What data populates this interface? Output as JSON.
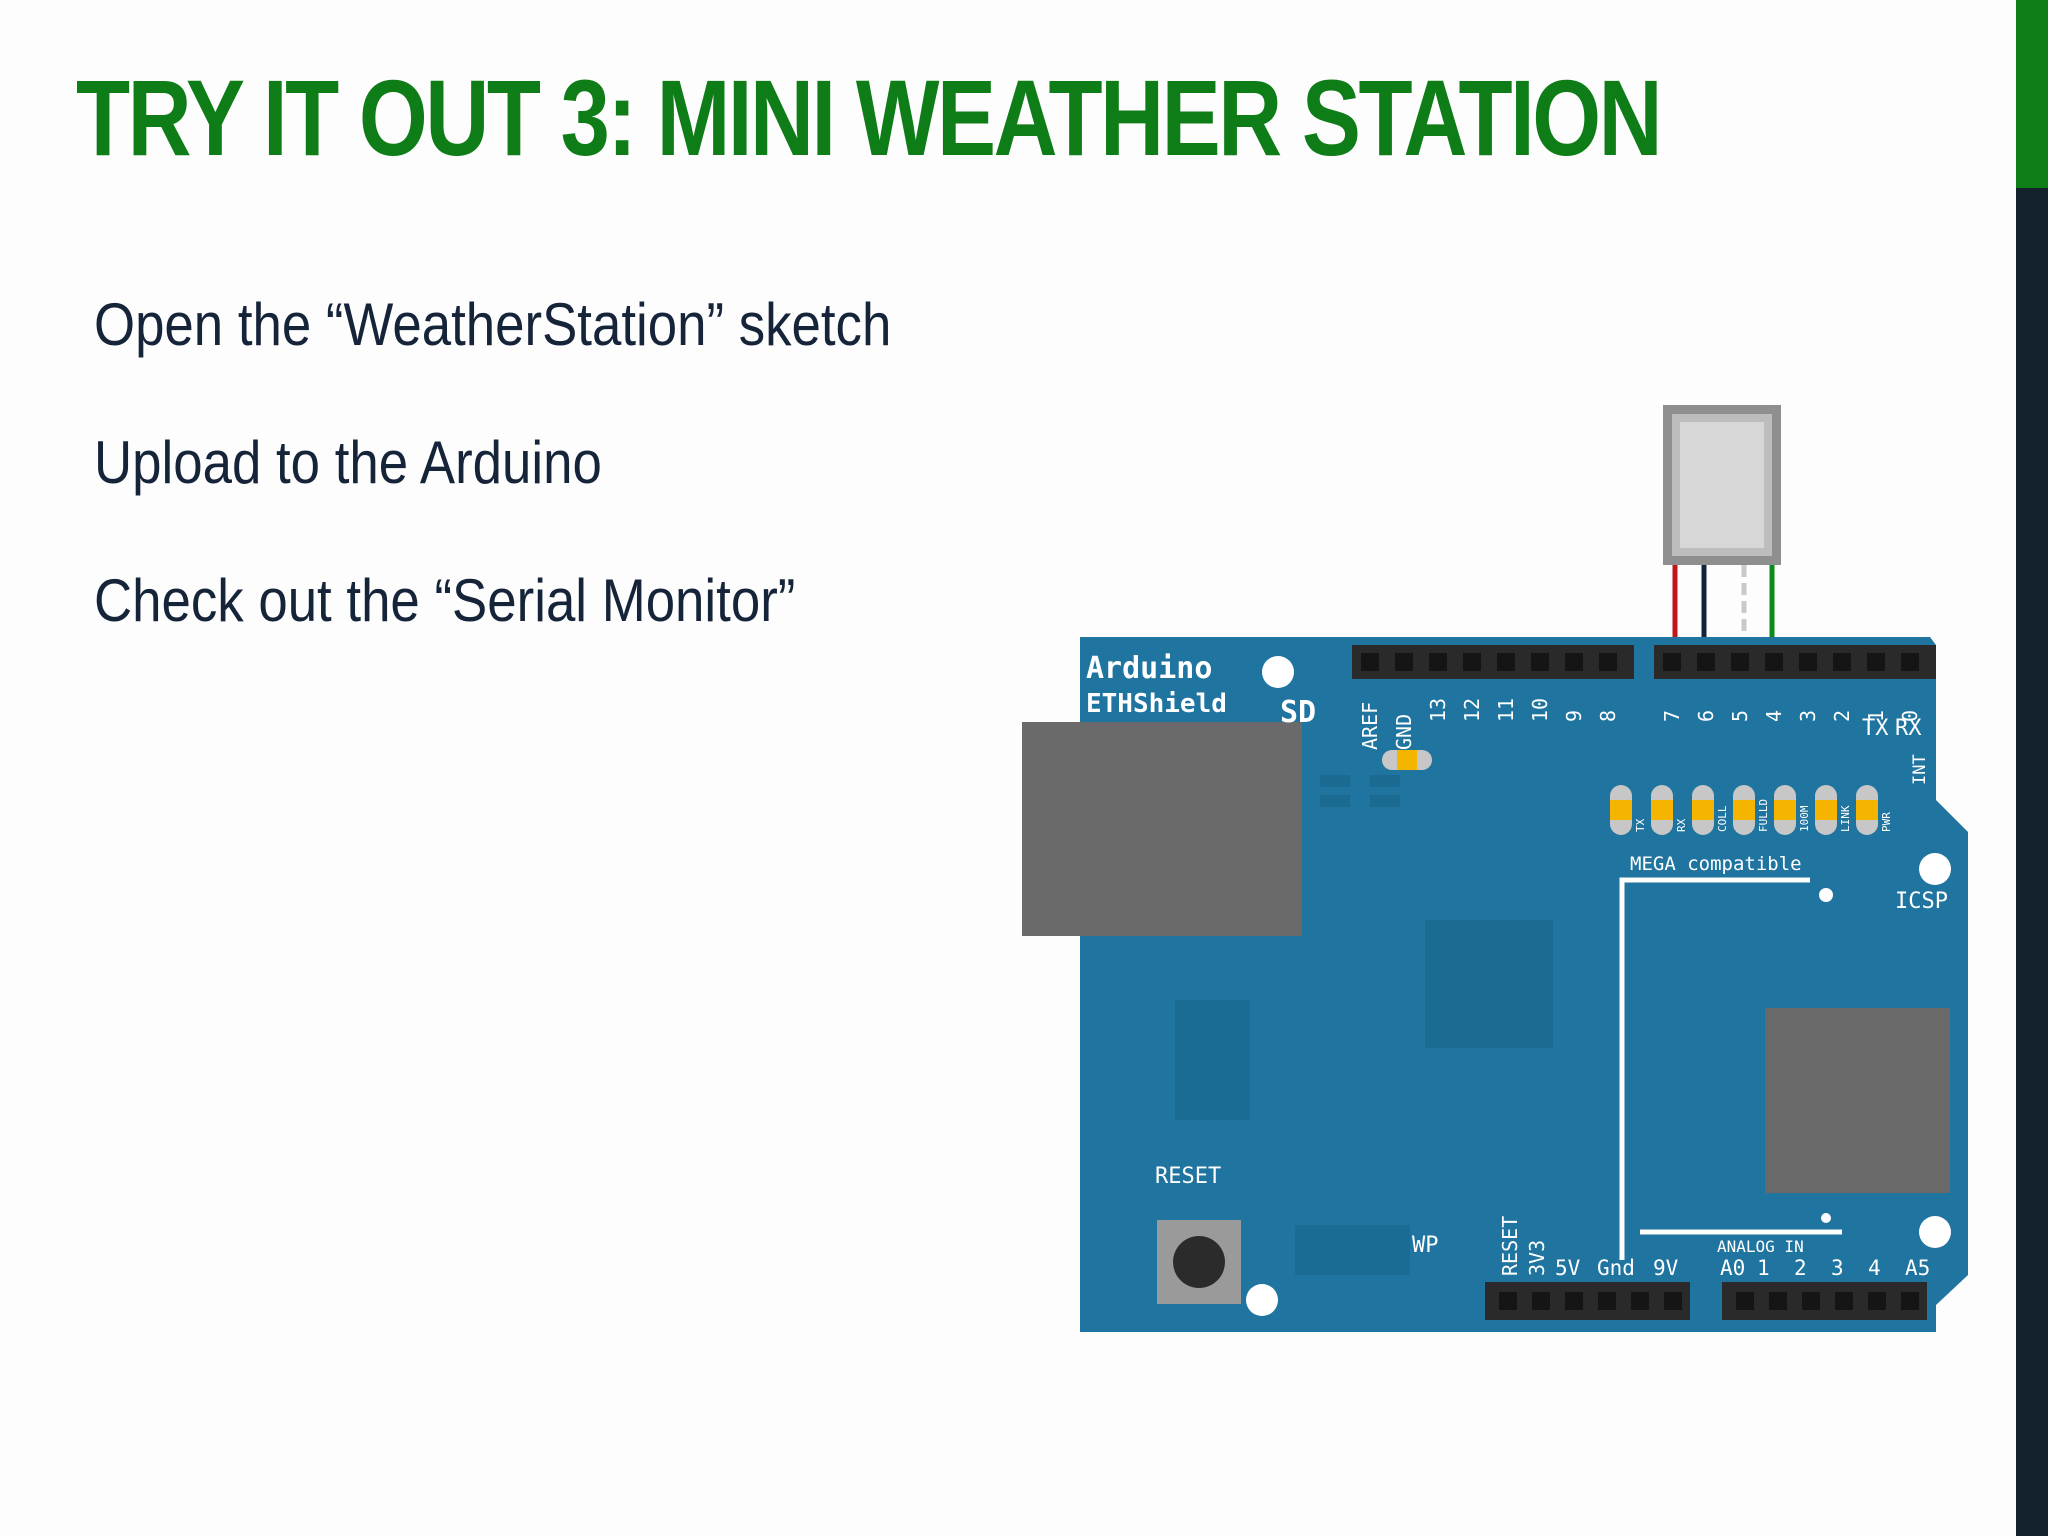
{
  "slide": {
    "title": "TRY IT OUT 3: MINI WEATHER STATION",
    "bullets": [
      "Open the “WeatherStation” sketch",
      "Upload to the Arduino",
      "Check out the “Serial Monitor”"
    ]
  },
  "board": {
    "brand": "Arduino",
    "model": "ETHShield",
    "sd": "SD",
    "left_header_pins": [
      "AREF",
      "GND",
      "13",
      "12",
      "11",
      "10",
      "9",
      "8"
    ],
    "right_header_pins": [
      "7",
      "6",
      "5",
      "4",
      "3",
      "2",
      "1",
      "0"
    ],
    "tx_label": "TX",
    "rx_label": "RX",
    "int_label": "INT",
    "leds": [
      "TX",
      "RX",
      "COLL",
      "FULLD",
      "100M",
      "LINK",
      "PWR"
    ],
    "mega_label": "MEGA compatible",
    "icsp_label": "ICSP",
    "reset_label": "RESET",
    "wp_label": "WP",
    "power_reset": "RESET",
    "power_3v3": "3V3",
    "power_5v": "5V",
    "power_gnd": "Gnd",
    "power_9v": "9V",
    "analog_in_label": "ANALOG IN",
    "analog_pins": [
      "A0",
      "1",
      "2",
      "3",
      "4",
      "A5"
    ]
  },
  "colors": {
    "title_green": "#0e7d17",
    "text": "#16243a",
    "board_blue": "#1f74a0",
    "sidebar_dark": "#13212c",
    "wire_red": "#c0171b",
    "wire_navy": "#10233f",
    "wire_gray": "#c9c9c9",
    "wire_green": "#0e8a1a"
  }
}
